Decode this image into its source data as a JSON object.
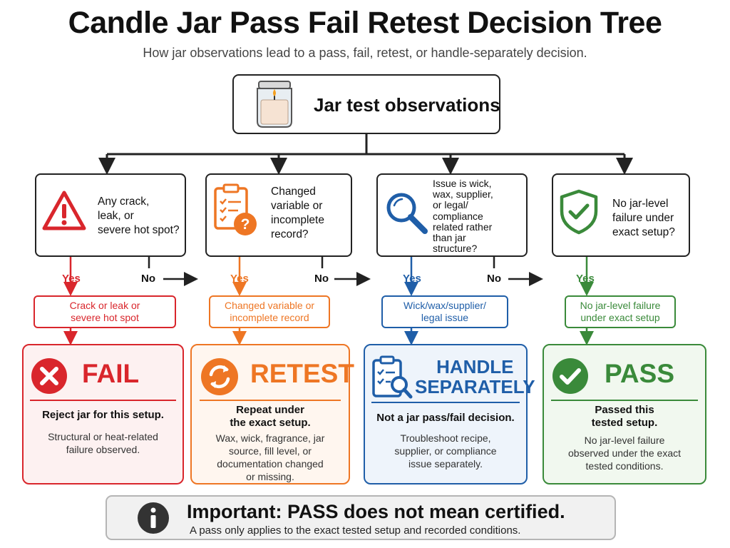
{
  "title": "Candle Jar Pass Fail Retest Decision Tree",
  "subtitle": "How jar observations lead to a pass, fail, retest, or handle-separately decision.",
  "root": {
    "label": "Jar test observations",
    "icon": "candle-jar-icon"
  },
  "questions": [
    {
      "lines": [
        "Any crack,",
        "leak, or",
        "severe hot spot?"
      ],
      "icon": "warning-triangle-icon",
      "yes": "Yes",
      "no": "No"
    },
    {
      "lines": [
        "Changed",
        "variable or",
        "incomplete",
        "record?"
      ],
      "icon": "clipboard-question-icon",
      "yes": "Yes",
      "no": "No"
    },
    {
      "lines": [
        "Issue is wick,",
        "wax, supplier,",
        "or legal/",
        "compliance",
        "related rather",
        "than jar",
        "structure?"
      ],
      "icon": "magnifier-icon",
      "yes": "Yes",
      "no": "No"
    },
    {
      "lines": [
        "No jar-level",
        "failure under",
        "exact setup?"
      ],
      "icon": "shield-check-icon",
      "yes": "Yes"
    }
  ],
  "results": [
    {
      "lines": [
        "Crack or leak or",
        "severe hot spot"
      ]
    },
    {
      "lines": [
        "Changed variable or",
        "incomplete record"
      ]
    },
    {
      "lines": [
        "Wick/wax/supplier/",
        "legal issue"
      ]
    },
    {
      "lines": [
        "No jar-level failure",
        "under exact setup"
      ]
    }
  ],
  "outcomes": [
    {
      "heading": "FAIL",
      "bold": [
        "Reject jar for this setup."
      ],
      "desc": [
        "Structural or heat-related",
        "failure observed."
      ],
      "color": "#d9262c",
      "icon": "x-circle-icon"
    },
    {
      "heading": "RETEST",
      "bold": [
        "Repeat under",
        "the exact setup."
      ],
      "desc": [
        "Wax, wick, fragrance, jar",
        "source, fill level, or",
        "documentation changed",
        "or missing."
      ],
      "color": "#ee7624",
      "icon": "refresh-icon"
    },
    {
      "heading_lines": [
        "HANDLE",
        "SEPARATELY"
      ],
      "bold": [
        "Not a jar pass/fail decision."
      ],
      "desc": [
        "Troubleshoot recipe,",
        "supplier, or compliance",
        "issue separately."
      ],
      "color": "#1f5ea8",
      "icon": "clipboard-search-icon"
    },
    {
      "heading": "PASS",
      "bold": [
        "Passed this",
        "tested setup."
      ],
      "desc": [
        "No jar-level failure",
        "observed under the exact",
        "tested conditions."
      ],
      "color": "#3a8a3a",
      "icon": "check-circle-icon"
    }
  ],
  "note": {
    "title": "Important: PASS does not mean certified.",
    "body": "A pass only applies to the exact tested setup and recorded conditions.",
    "icon": "info-icon"
  },
  "colors": {
    "fail": "#d9262c",
    "retest": "#ee7624",
    "separate": "#1f5ea8",
    "pass": "#3a8a3a",
    "line": "#222222"
  }
}
